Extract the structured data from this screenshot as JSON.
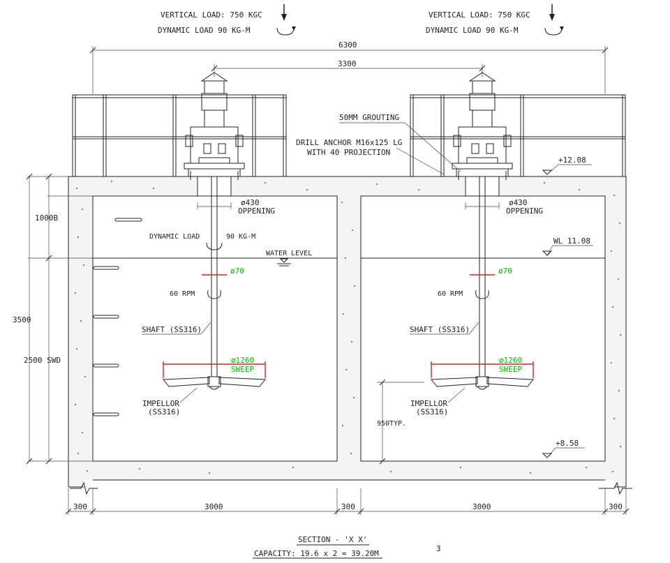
{
  "labels": {
    "vertical_load_left": "VERTICAL LOAD: 750 KGC",
    "dynamic_load_left": "DYNAMIC LOAD 90 KG-M",
    "vertical_load_right": "VERTICAL LOAD: 750 KGC",
    "dynamic_load_right": "DYNAMIC LOAD 90 KG-M",
    "dim_6300": "6300",
    "dim_3300": "3300",
    "grouting": "50MM GROUTING",
    "anchor_1": "DRILL ANCHOR M16x125 LG",
    "anchor_2": "WITH 40 PROJECTION",
    "level_top": "+12.08",
    "level_wl": "WL 11.08",
    "level_bottom": "+8.58",
    "opening_dia_left": "ø430",
    "opening_left": "OPPENING",
    "opening_dia_right": "ø430",
    "opening_right": "OPPENING",
    "dim_1000b": "1000B",
    "dynamic_load_mid": "DYNAMIC LOAD",
    "dynamic_load_mid_val": "90 KG-M",
    "water_level": "WATER LEVEL",
    "shaft_dia_left": "ø70",
    "shaft_dia_right": "ø70",
    "rpm_left": "60 RPM",
    "rpm_right": "60 RPM",
    "dim_3500": "3500",
    "dim_2500": "2500 SWD",
    "shaft_left": "SHAFT (SS316)",
    "shaft_right": "SHAFT (SS316)",
    "sweep_dia_left": "ø1260",
    "sweep_left": "SWEEP",
    "sweep_dia_right": "ø1260",
    "sweep_right": "SWEEP",
    "impellor_left_1": "IMPELLOR",
    "impellor_left_2": "(SS316)",
    "impellor_right_1": "IMPELLOR",
    "impellor_right_2": "(SS316)",
    "dim_950": "950TYP.",
    "bot_300_a": "300",
    "bot_3000_a": "3000",
    "bot_300_b": "300",
    "bot_3000_b": "3000",
    "bot_300_c": "300",
    "section_title": "SECTION - 'X X'",
    "capacity": "CAPACITY: 19.6 x 2 = 39.20M",
    "page_number": "3"
  },
  "colors": {
    "line": "#222222",
    "dimension_red": "#e02020",
    "dimension_text_green": "#00c000",
    "concrete_fill": "#f4f4f4"
  }
}
